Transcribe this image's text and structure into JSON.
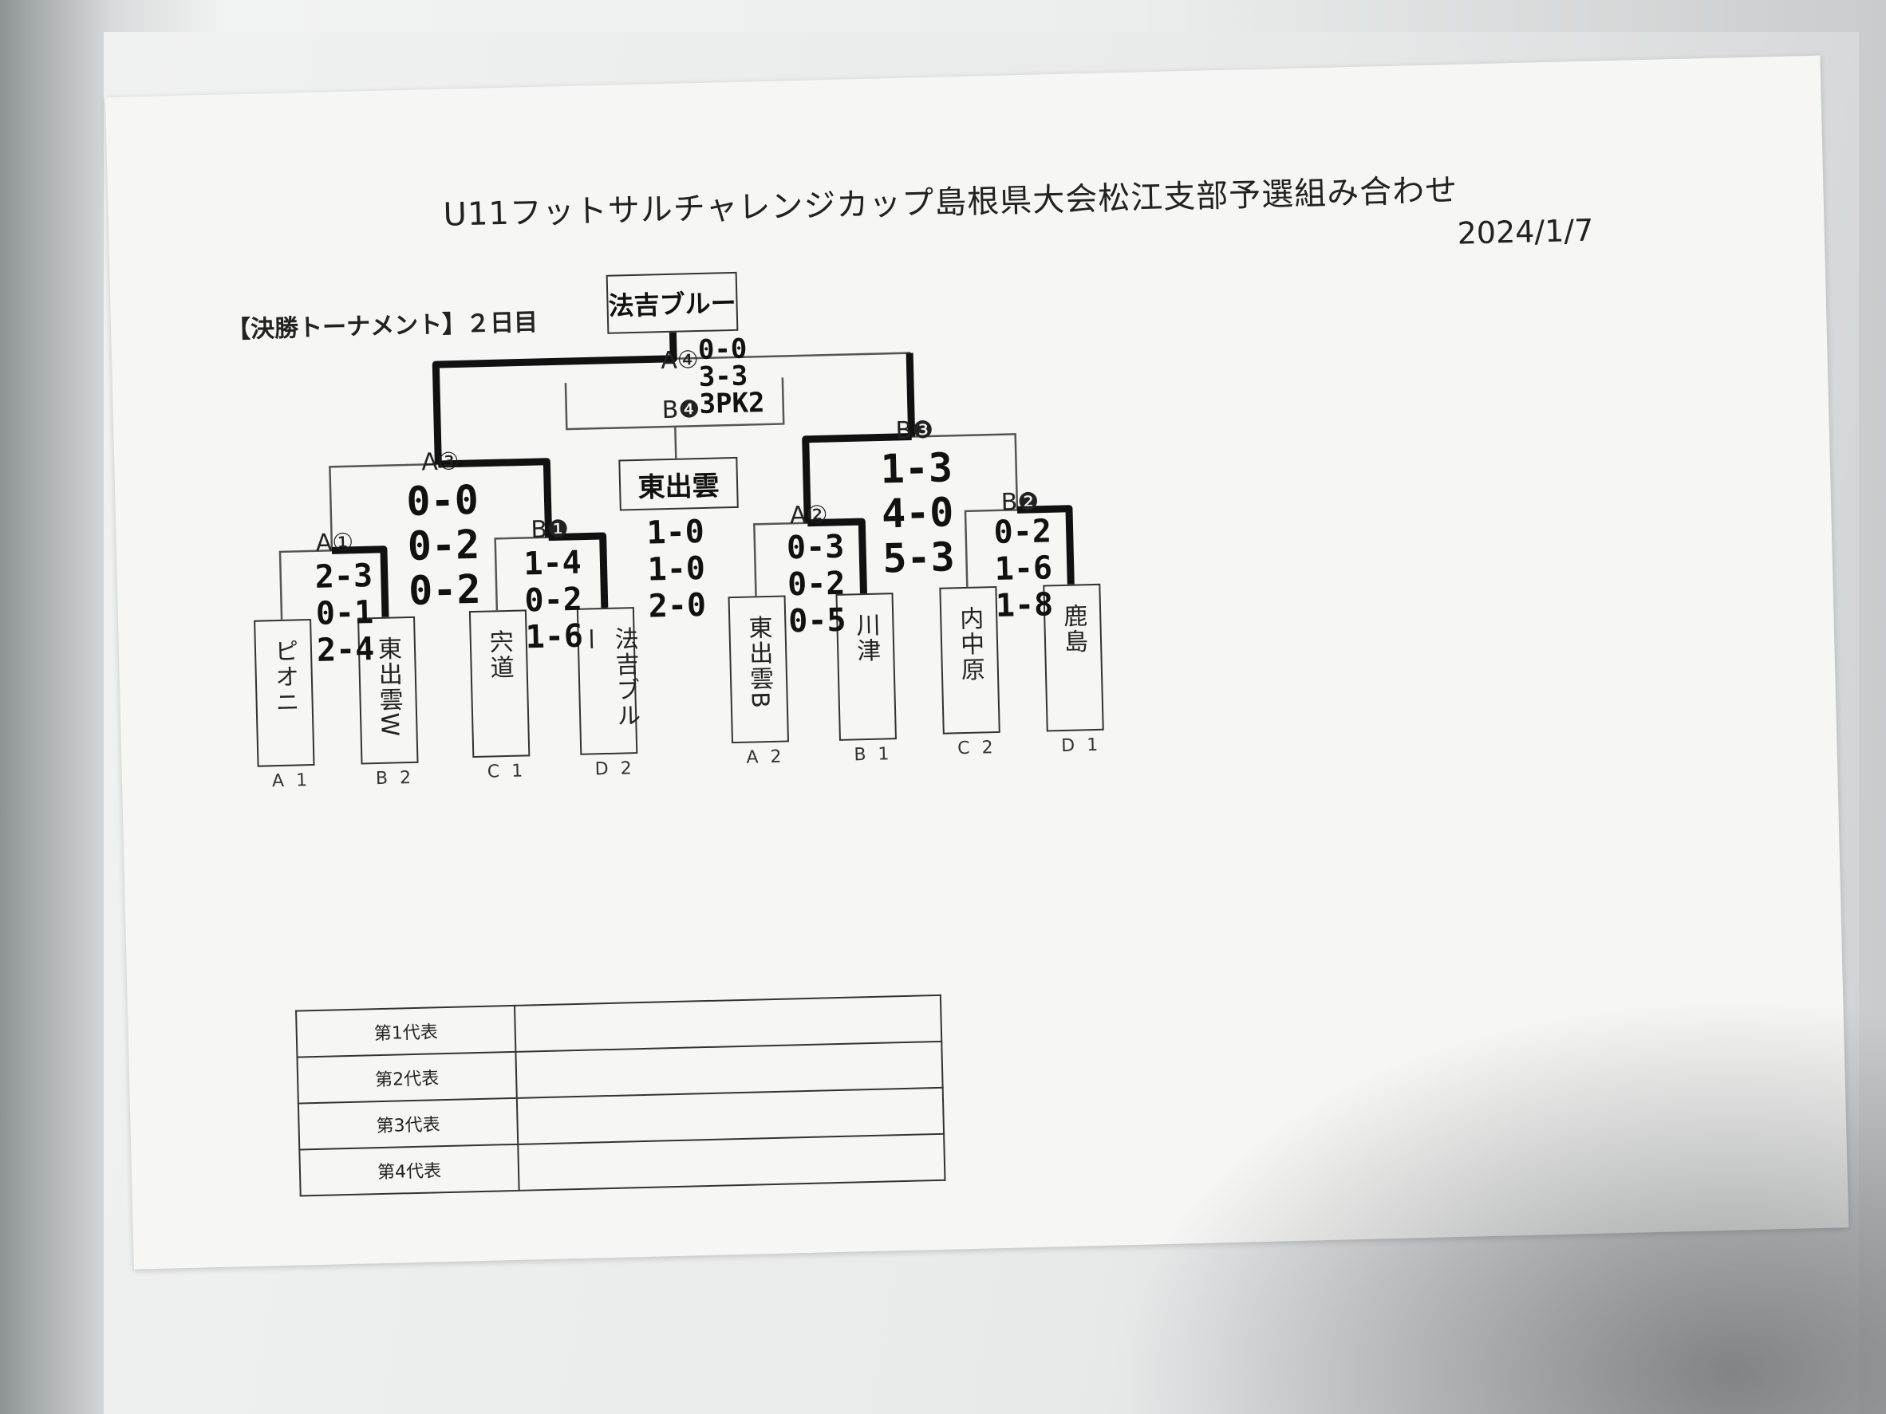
{
  "title": "U11フットサルチャレンジカップ島根県大会松江支部予選組み合わせ",
  "date": "2024/1/7",
  "section": "【決勝トーナメント】２日目",
  "champion": "法吉ブルー",
  "third_place": "東出雲",
  "teams": [
    {
      "name": "ピオニ",
      "seed": "A 1"
    },
    {
      "name": "東出雲W",
      "seed": "B 2"
    },
    {
      "name": "宍道",
      "seed": "C 1"
    },
    {
      "name": "法吉ブルー",
      "seed": "D 2"
    },
    {
      "name": "東出雲B",
      "seed": "A 2"
    },
    {
      "name": "川津",
      "seed": "B 1"
    },
    {
      "name": "内中原",
      "seed": "C 2"
    },
    {
      "name": "鹿島",
      "seed": "D 1"
    }
  ],
  "matches": [
    {
      "label": "A①",
      "scores": [
        "2-3",
        "0-1",
        "2-4"
      ]
    },
    {
      "label": "B❶",
      "scores": [
        "1-4",
        "0-2",
        "1-6"
      ]
    },
    {
      "label": "A②",
      "scores": [
        "0-3",
        "0-2",
        "0-5"
      ]
    },
    {
      "label": "B❷",
      "scores": [
        "0-2",
        "1-6",
        "1-8"
      ]
    },
    {
      "label": "A③",
      "scores": [
        "0-0",
        "0-2",
        "0-2"
      ]
    },
    {
      "label": "B❸",
      "scores": [
        "1-3",
        "4-0",
        "5-3"
      ]
    },
    {
      "label": "A④",
      "scores": [
        "0-0",
        "3-3",
        "3PK2"
      ]
    },
    {
      "label": "B❹",
      "scores": [
        "1-0",
        "1-0",
        "2-0"
      ]
    }
  ],
  "representatives": [
    {
      "label": "第1代表",
      "value": ""
    },
    {
      "label": "第2代表",
      "value": ""
    },
    {
      "label": "第3代表",
      "value": ""
    },
    {
      "label": "第4代表",
      "value": ""
    }
  ]
}
